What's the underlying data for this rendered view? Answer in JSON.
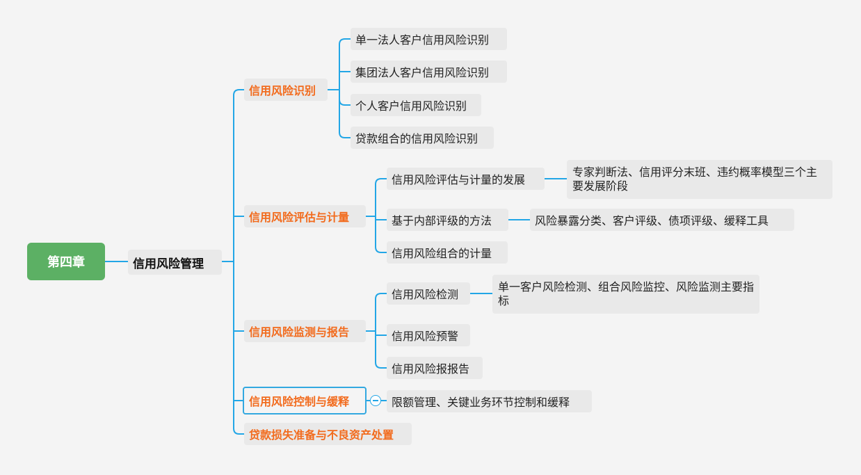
{
  "root": {
    "label": "第四章"
  },
  "main": {
    "label": "信用风险管理"
  },
  "categories": [
    {
      "label": "信用风险识别",
      "children": [
        {
          "label": "单一法人客户信用风险识别"
        },
        {
          "label": "集团法人客户信用风险识别"
        },
        {
          "label": "个人客户信用风险识别"
        },
        {
          "label": "贷款组合的信用风险识别"
        }
      ]
    },
    {
      "label": "信用风险评估与计量",
      "children": [
        {
          "label": "信用风险评估与计量的发展",
          "detail": "专家判断法、信用评分末班、违约概率模型三个主要发展阶段"
        },
        {
          "label": "基于内部评级的方法",
          "detail": "风险暴露分类、客户评级、债项评级、缓释工具"
        },
        {
          "label": "信用风险组合的计量"
        }
      ]
    },
    {
      "label": "信用风险监测与报告",
      "children": [
        {
          "label": "信用风险检测",
          "detail": "单一客户风险检测、组合风险监控、风险监测主要指标"
        },
        {
          "label": "信用风险预警"
        },
        {
          "label": "信用风险报报告"
        }
      ]
    },
    {
      "label": "信用风险控制与缓释",
      "selected": true,
      "children": [
        {
          "label": "限额管理、关键业务环节控制和缓释"
        }
      ]
    },
    {
      "label": "贷款损失准备与不良资产处置",
      "children": []
    }
  ],
  "colors": {
    "connector": "#22a6e6",
    "root_bg": "#5cb064",
    "category_text": "#f26b1d",
    "node_bg": "#e9e9e9"
  }
}
